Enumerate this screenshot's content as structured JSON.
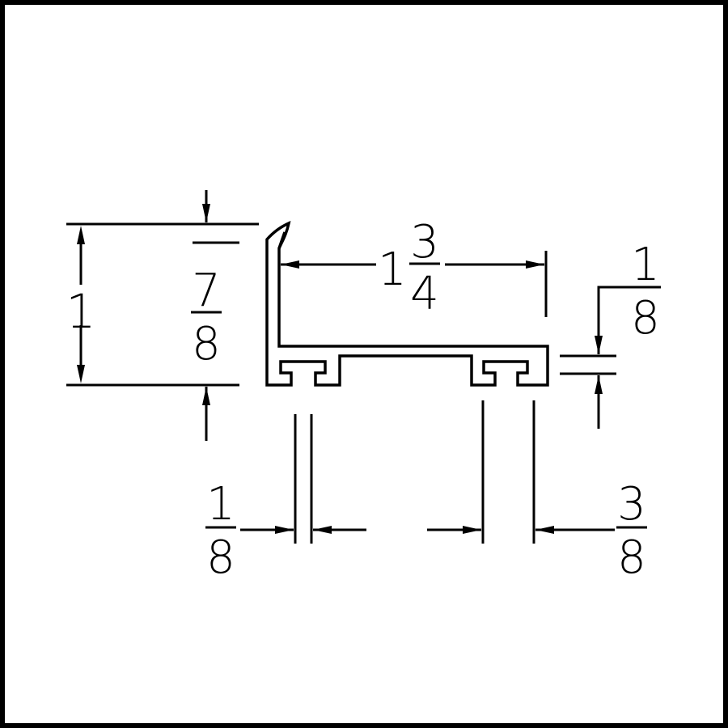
{
  "drawing": {
    "colors": {
      "line": "#000000",
      "background": "#ffffff"
    },
    "dimensions": {
      "height": {
        "whole": "1",
        "numerator": "7",
        "denominator": "8"
      },
      "width": {
        "whole": "1",
        "numerator": "3",
        "denominator": "4"
      },
      "base_thickness": {
        "numerator": "1",
        "denominator": "8"
      },
      "stem_width": {
        "numerator": "1",
        "denominator": "8"
      },
      "slot_width": {
        "numerator": "3",
        "denominator": "8"
      }
    }
  }
}
